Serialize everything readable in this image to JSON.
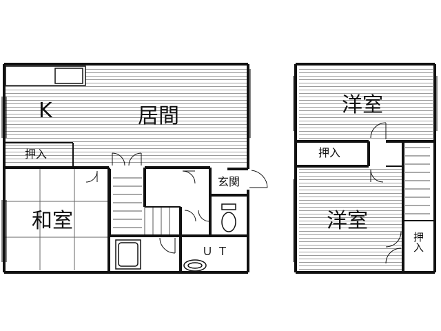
{
  "rooms": {
    "k_label": "K",
    "living_label": "居間",
    "closet_left_label": "押入",
    "genkan_label": "玄関",
    "washitsu_label": "和室",
    "ut_label": "ＵＴ",
    "yoshitsu_upper_label": "洋室",
    "closet_right_label": "押入",
    "yoshitsu_lower_label": "洋室",
    "closet_vertical_label": "押入"
  }
}
